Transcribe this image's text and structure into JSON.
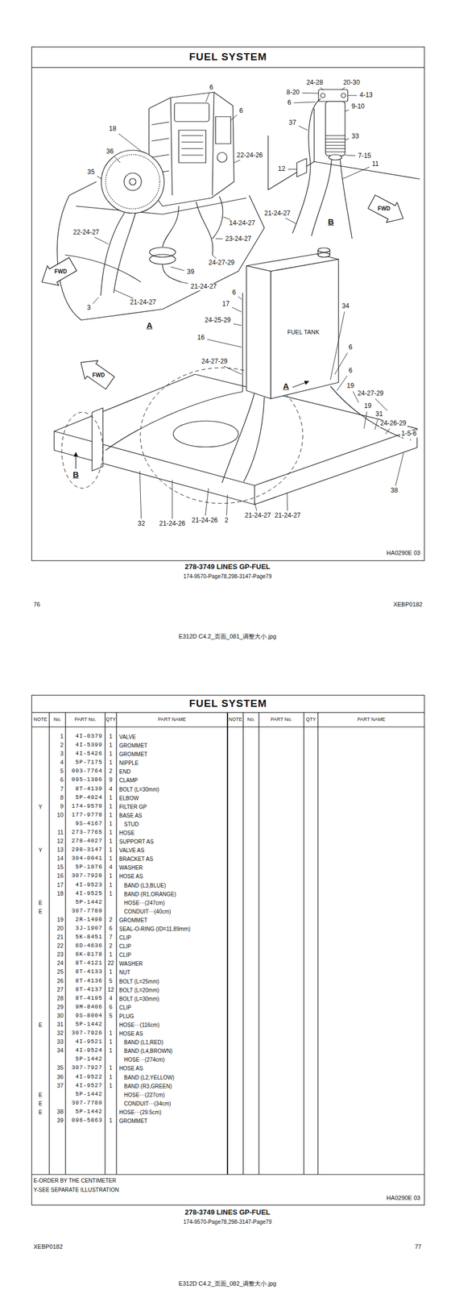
{
  "diagram": {
    "nodes": [
      {
        "text": [
          "FUEL SYSTEM"
        ]
      },
      {
        "text": [
          "FUEL SYSTEM"
        ]
      }
    ],
    "labels": [
      "6",
      "6",
      "18",
      "36",
      "35",
      "22-24-26",
      "22-24-27",
      "14-24-27",
      "23-24-27",
      "24-27-29",
      "39",
      "21-24-27",
      "21-24-27",
      "3",
      "A",
      "FWD",
      "24-28",
      "20-30",
      "8-20",
      "4-13",
      "6",
      "9-10",
      "37",
      "33",
      "7-15",
      "11",
      "12",
      "21-24-27",
      "B",
      "FWD",
      "6",
      "17",
      "34",
      "24-25-29",
      "FUEL TANK",
      "16",
      "6",
      "24-27-29",
      "6",
      "A",
      "19",
      "24-27-29",
      "19",
      "31",
      "24-26-29",
      "1-5-6",
      "38",
      "B",
      "FWD",
      "32",
      "21-24-26",
      "21-24-26",
      "2",
      "21-24-27",
      "21-24-27",
      "HA0290E 03",
      "278-3749 LINES GP-FUEL",
      "174-9570-Page78,298-3147-Page79",
      "76",
      "XEBP0182",
      "E312D C4.2_页面_081_调整大小.jpg",
      "NOTE",
      "No.",
      "PART No.",
      "QTY",
      "PART NAME",
      "NOTE",
      "No.",
      "PART No.",
      "QTY",
      "PART NAME",
      "1",
      "4I-0379",
      "1",
      "VALVE",
      "2",
      "4I-5399",
      "1",
      "GROMMET",
      "3",
      "4I-5426",
      "1",
      "GROMMET",
      "4",
      "5P-7175",
      "1",
      "NIPPLE",
      "5",
      "003-7764",
      "2",
      "END",
      "6",
      "095-1386",
      "9",
      "CLAMP",
      "7",
      "8T-4139",
      "4",
      "BOLT (L=30mm)",
      "8",
      "5P-4924",
      "1",
      "ELBOW",
      "Y",
      "9",
      "174-9570",
      "1",
      "FILTER GP",
      "10",
      "177-9778",
      "1",
      "BASE AS",
      "9S-4167",
      "1",
      "STUD",
      "11",
      "273-7765",
      "1",
      "HOSE",
      "12",
      "278-4027",
      "1",
      "SUPPORT AS",
      "Y",
      "13",
      "298-3147",
      "1",
      "VALVE AS",
      "14",
      "304-0041",
      "1",
      "BRACKET AS",
      "15",
      "5P-1076",
      "4",
      "WASHER",
      "16",
      "307-7928",
      "1",
      "HOSE AS",
      "17",
      "4I-9523",
      "1",
      "BAND (L3,BLUE)",
      "18",
      "4I-9525",
      "1",
      "BAND (R1,ORANGE)",
      "E",
      "5P-1442",
      "HOSE···(247cm)",
      "E",
      "307-7789",
      "CONDUIT···(40cm)",
      "19",
      "2R-1498",
      "2",
      "GROMMET",
      "20",
      "3J-1907",
      "6",
      "SEAL-O-RING (ID=11.89mm)",
      "21",
      "5K-8451",
      "7",
      "CLIP",
      "22",
      "6D-4636",
      "2",
      "CLIP",
      "23",
      "6K-8178",
      "1",
      "CLIP",
      "24",
      "8T-4121",
      "22",
      "WASHER",
      "25",
      "8T-4133",
      "1",
      "NUT",
      "26",
      "8T-4136",
      "5",
      "BOLT (L=25mm)",
      "27",
      "8T-4137",
      "12",
      "BOLT (L=20mm)",
      "28",
      "8T-4195",
      "4",
      "BOLT (L=30mm)",
      "29",
      "9M-8406",
      "6",
      "CLIP",
      "30",
      "9S-8004",
      "5",
      "PLUG",
      "E",
      "31",
      "5P-1442",
      "HOSE···(116cm)",
      "32",
      "307-7926",
      "1",
      "HOSE AS",
      "33",
      "4I-9521",
      "1",
      "BAND (L1,RED)",
      "34",
      "4I-9524",
      "1",
      "BAND (L4,BROWN)",
      "5P-1442",
      "HOSE···(274cm)",
      "35",
      "307-7927",
      "1",
      "HOSE AS",
      "36",
      "4I-9522",
      "1",
      "BAND (L2,YELLOW)",
      "37",
      "4I-9527",
      "1",
      "BAND (R3,GREEN)",
      "E",
      "5P-1442",
      "HOSE···(227cm)",
      "E",
      "307-7789",
      "CONDUIT···(34cm)",
      "E",
      "38",
      "5P-1442",
      "HOSE···(29.5cm)",
      "39",
      "096-5863",
      "1",
      "GROMMET",
      "E-ORDER BY THE CENTIMETER",
      "Y-SEE SEPARATE ILLUSTRATION",
      "HA0290E 03",
      "278-3749 LINES GP-FUEL",
      "174-9570-Page78,298-3147-Page79",
      "XEBP0182",
      "77",
      "E312D C4.2_页面_082_调整大小.jpg"
    ]
  }
}
